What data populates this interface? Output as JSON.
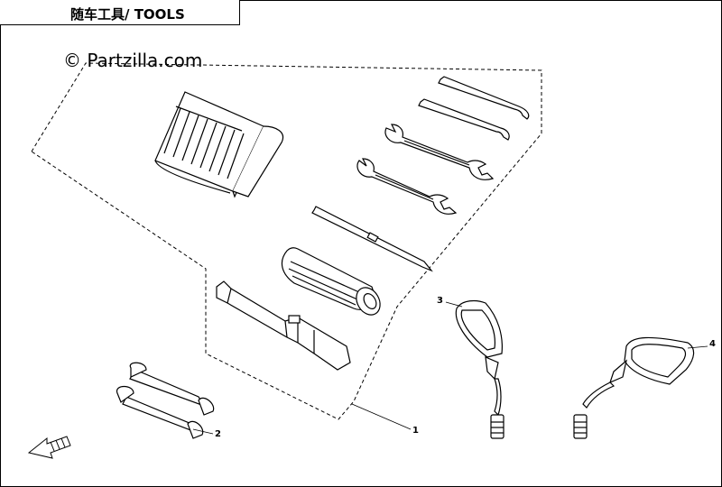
{
  "header": {
    "title": "随车工具/ TOOLS"
  },
  "watermark": {
    "text": "© Partzilla.com"
  },
  "callouts": [
    {
      "label": "1",
      "part": "tool-kit"
    },
    {
      "label": "2",
      "part": "tie-down-straps"
    },
    {
      "label": "3",
      "part": "mirror-right"
    },
    {
      "label": "4",
      "part": "mirror-left"
    }
  ],
  "icons": {
    "front_arrow": "front-arrow-icon"
  },
  "colors": {
    "line": "#000000",
    "background": "#ffffff"
  }
}
